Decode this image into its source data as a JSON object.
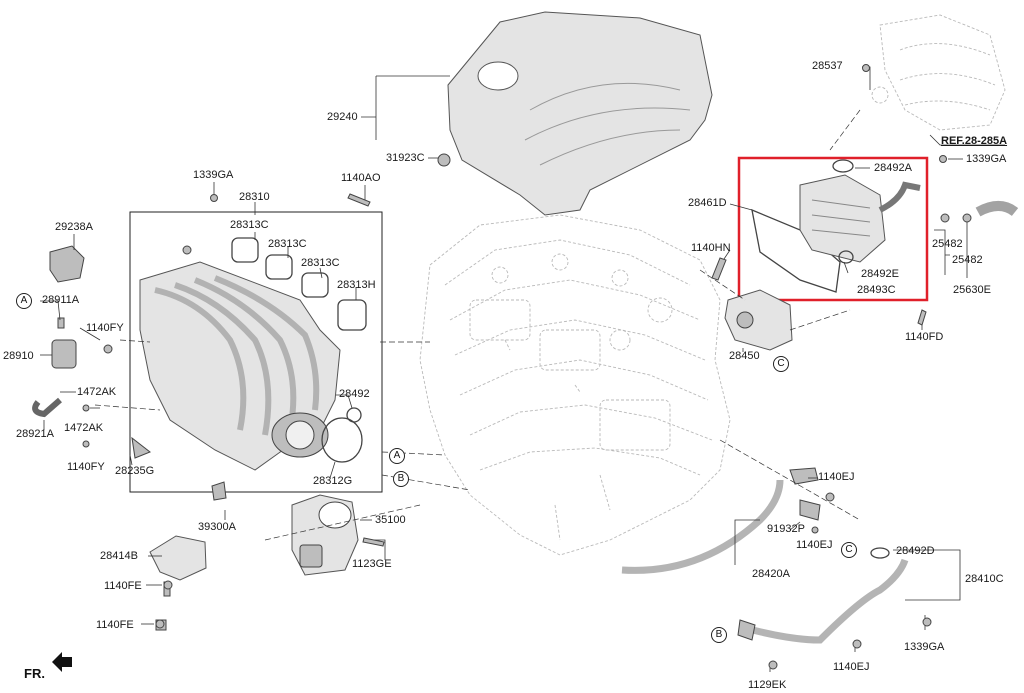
{
  "labels": {
    "c28537": "28537",
    "c29240": "29240",
    "c31923c": "31923C",
    "c28492a": "28492A",
    "c1339ga_top": "1339GA",
    "c_ref": "REF.28-285A",
    "c1339ga_left": "1339GA",
    "c1140ao": "1140AO",
    "c28310": "28310",
    "c28461d": "28461D",
    "c28313c_1": "28313C",
    "c28313c_2": "28313C",
    "c28313c_3": "28313C",
    "c28313h": "28313H",
    "c29238a": "29238A",
    "c1140hn": "1140HN",
    "c25482_a": "25482",
    "c25482_b": "25482",
    "c28492e": "28492E",
    "c28493c": "28493C",
    "c25630e": "25630E",
    "c28911a": "28911A",
    "c1140fy_a": "1140FY",
    "c1140fd": "1140FD",
    "c28910": "28910",
    "c28450": "28450",
    "c1472ak_a": "1472AK",
    "c28492": "28492",
    "c28921a": "28921A",
    "c1472ak_b": "1472AK",
    "c1140fy_b": "1140FY",
    "c28235g": "28235G",
    "c28312g": "28312G",
    "c1140ej_a": "1140EJ",
    "c39300a": "39300A",
    "c35100": "35100",
    "c91932p": "91932P",
    "c1140ej_b": "1140EJ",
    "c28414b": "28414B",
    "c1123ge": "1123GE",
    "c28492d": "28492D",
    "c28420a": "28420A",
    "c28410c": "28410C",
    "c1140fe_a": "1140FE",
    "c1140fe_b": "1140FE",
    "c1339ga_bot": "1339GA",
    "c1140ej_c": "1140EJ",
    "c1129ek": "1129EK"
  },
  "refs": {
    "a_left": "A",
    "a_mid": "A",
    "b_mid": "B",
    "b_bot": "B",
    "c_mid": "C",
    "c_right": "C"
  },
  "front_label": "FR.",
  "colors": {
    "highlight_box": "#e0202a",
    "line": "#333333"
  }
}
